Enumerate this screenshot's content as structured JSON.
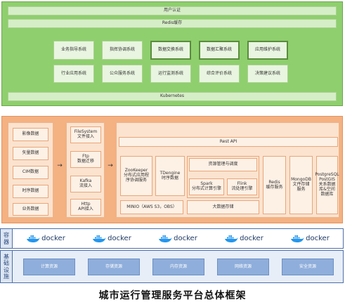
{
  "top": {
    "user_auth": "用户认证",
    "redis_cache": "Redis缓存",
    "row1": [
      "业务指导系统",
      "指挥协调系统",
      "数据交换系统",
      "数据汇聚系统",
      "应用维护系统"
    ],
    "row2": [
      "行业应用系统",
      "公众服务系统",
      "运行监测系统",
      "综合评价系统",
      "决策建议系统"
    ],
    "kubernetes": "Kubernetes"
  },
  "mid": {
    "sources": [
      "影像数据",
      "矢量数据",
      "CIM数据",
      "时序数据",
      "业务数据"
    ],
    "access": [
      "FileSystem\n文件接入",
      "Ftp\n数据迁移",
      "Kafka\n流接入",
      "Http\nAPI接入"
    ],
    "rest_api": "Rest API",
    "zookeeper": "ZooKeeper\n分布式应用程\n序协调服务",
    "tdengine": "TDengine\n时序数据",
    "resource_mgmt": "资源管理与调度",
    "spark": "Spark\n分布式计算引擎",
    "flink": "Flink\n流处理引擎",
    "redis": "Redis\n缓存服务",
    "mongodb": "MongoDB\n文件存储\n服务",
    "postgres": "PostgreSQL\nPostGIS\n关系数据\n库&空间\n数据库",
    "minio": "MINIO（AWS S3，OBS）",
    "bigdata": "大数据存储"
  },
  "container": {
    "label": "容器",
    "docker_text": "docker",
    "docker_count": 5
  },
  "infra": {
    "label": "基础设施",
    "items": [
      "计算资源",
      "存储资源",
      "内存资源",
      "网络资源",
      "安全资源"
    ]
  },
  "caption": "城市运行管理服务平台总体框架"
}
